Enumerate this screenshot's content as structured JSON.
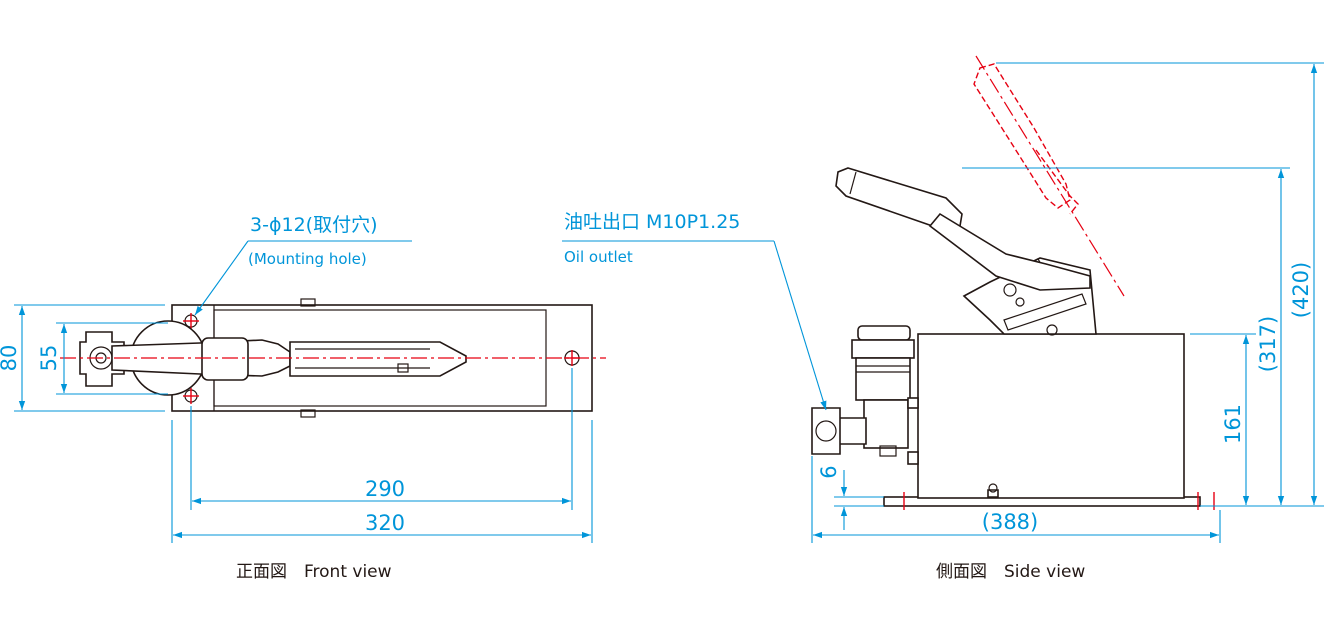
{
  "front_view": {
    "caption": "正面図　Front view",
    "note_hole": "3-ϕ12(取付穴)",
    "note_hole_en": "(Mounting hole)",
    "dims": {
      "d80": "80",
      "d55": "55",
      "d290": "290",
      "d320": "320"
    }
  },
  "side_view": {
    "caption": "側面図　Side view",
    "note_outlet": "油吐出口 M10P1.25",
    "note_outlet_en": "Oil outlet",
    "dims": {
      "d6": "6",
      "d388": "(388)",
      "d161": "161",
      "d317": "(317)",
      "d420": "(420)"
    }
  },
  "colors": {
    "outline": "#231815",
    "dimension": "#0095d9",
    "centerline": "#e60012"
  }
}
